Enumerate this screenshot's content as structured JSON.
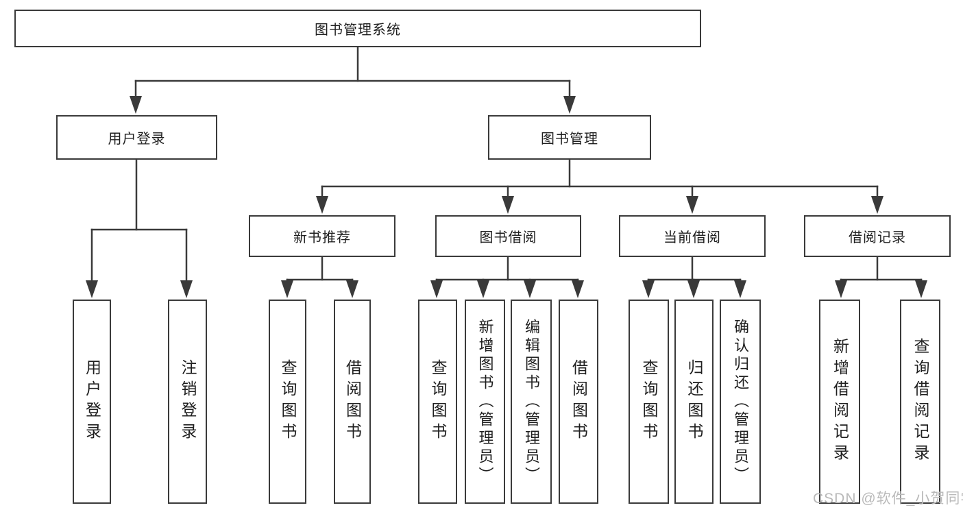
{
  "tree": {
    "label": "图书管理系统",
    "children": [
      {
        "label": "用户登录",
        "children": [
          {
            "label": "用户登录"
          },
          {
            "label": "注销登录"
          }
        ]
      },
      {
        "label": "图书管理",
        "children": [
          {
            "label": "新书推荐",
            "children": [
              {
                "label": "查询图书"
              },
              {
                "label": "借阅图书"
              }
            ]
          },
          {
            "label": "图书借阅",
            "children": [
              {
                "label": "查询图书"
              },
              {
                "label": "新增图书（管理员）"
              },
              {
                "label": "编辑图书（管理员）"
              },
              {
                "label": "借阅图书"
              }
            ]
          },
          {
            "label": "当前借阅",
            "children": [
              {
                "label": "查询图书"
              },
              {
                "label": "归还图书"
              },
              {
                "label": "确认归还（管理员）"
              }
            ]
          },
          {
            "label": "借阅记录",
            "children": [
              {
                "label": "新增借阅记录"
              },
              {
                "label": "查询借阅记录"
              }
            ]
          }
        ]
      }
    ]
  },
  "watermark": {
    "text": "CSDN @软件_小贺同学"
  },
  "colors": {
    "line": "#3a3a3a",
    "text": "#1f1f1f",
    "watermark": "#b9b9b9",
    "box_bg": "#ffffff"
  }
}
